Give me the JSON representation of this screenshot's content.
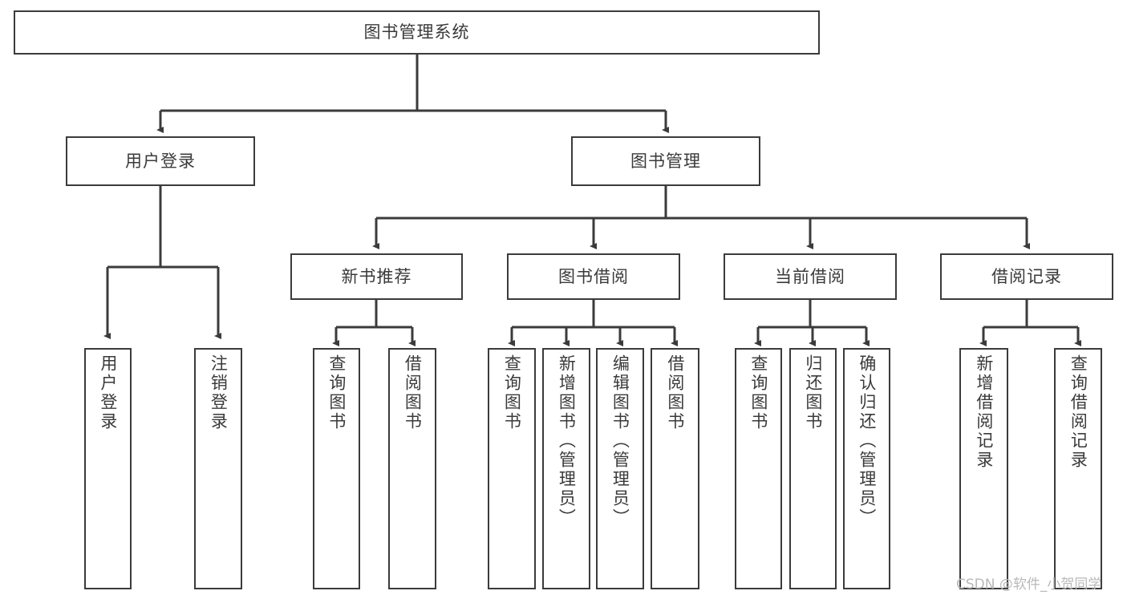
{
  "diagram": {
    "title": "图书管理系统",
    "type": "tree-hierarchy",
    "root": {
      "id": "root",
      "label": "图书管理系统"
    },
    "level2": [
      {
        "id": "user-login",
        "label": "用户登录"
      },
      {
        "id": "book-manage",
        "label": "图书管理"
      }
    ],
    "level3": [
      {
        "id": "new-book-rec",
        "label": "新书推荐"
      },
      {
        "id": "book-borrow",
        "label": "图书借阅"
      },
      {
        "id": "current-borrow",
        "label": "当前借阅"
      },
      {
        "id": "borrow-record",
        "label": "借阅记录"
      }
    ],
    "leaves": [
      {
        "id": "leaf-user-login",
        "label": "用户登录",
        "parent": "user-login"
      },
      {
        "id": "leaf-user-logout",
        "label": "注销登录",
        "parent": "user-login"
      },
      {
        "id": "leaf-query-book-1",
        "label": "查询图书",
        "parent": "new-book-rec"
      },
      {
        "id": "leaf-borrow-book-1",
        "label": "借阅图书",
        "parent": "new-book-rec"
      },
      {
        "id": "leaf-query-book-2",
        "label": "查询图书",
        "parent": "book-borrow"
      },
      {
        "id": "leaf-add-book",
        "label": "新增图书（管理员）",
        "parent": "book-borrow"
      },
      {
        "id": "leaf-edit-book",
        "label": "编辑图书（管理员）",
        "parent": "book-borrow"
      },
      {
        "id": "leaf-borrow-book-2",
        "label": "借阅图书",
        "parent": "book-borrow"
      },
      {
        "id": "leaf-query-book-3",
        "label": "查询图书",
        "parent": "current-borrow"
      },
      {
        "id": "leaf-return-book",
        "label": "归还图书",
        "parent": "current-borrow"
      },
      {
        "id": "leaf-confirm-return",
        "label": "确认归还（管理员）",
        "parent": "current-borrow"
      },
      {
        "id": "leaf-add-record",
        "label": "新增借阅记录",
        "parent": "borrow-record"
      },
      {
        "id": "leaf-query-record",
        "label": "查询借阅记录",
        "parent": "borrow-record"
      }
    ],
    "colors": {
      "stroke": "#3b3b3b",
      "text": "#3a3a3a",
      "background": "#ffffff",
      "watermark": "#b9b9b9"
    }
  },
  "watermark": {
    "text": "CSDN @软件_小贺同学"
  }
}
